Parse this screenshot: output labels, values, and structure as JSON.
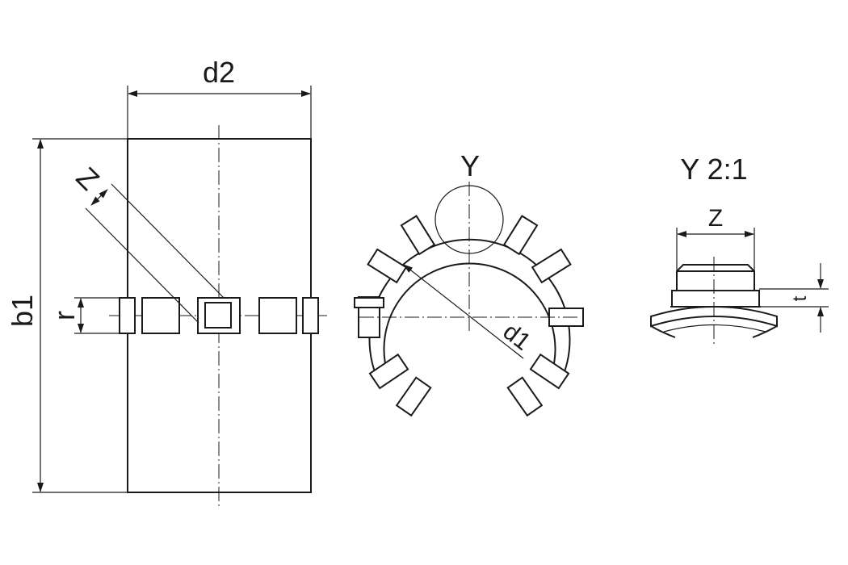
{
  "drawing": {
    "labels": {
      "d2": "d2",
      "b1": "b1",
      "r": "r",
      "z_left": "Z",
      "y": "Y",
      "d1": "d1",
      "detail": "Y 2:1",
      "z_detail": "Z",
      "t": "t"
    }
  }
}
